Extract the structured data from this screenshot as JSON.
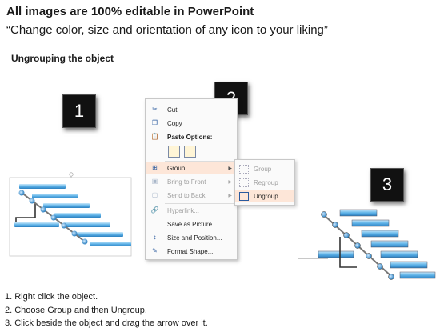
{
  "header": {
    "title": "All images are 100% editable in PowerPoint",
    "subtitle": "“Change color, size and orientation of any icon to your liking”"
  },
  "section_title": "Ungrouping the object",
  "step_boxes": [
    "1",
    "2",
    "3"
  ],
  "context_menu": {
    "cut": "Cut",
    "copy": "Copy",
    "paste_options": "Paste Options:",
    "group": "Group",
    "bring_to_front": "Bring to Front",
    "send_to_back": "Send to Back",
    "hyperlink": "Hyperlink...",
    "save_as_picture": "Save as Picture...",
    "size_and_position": "Size and Position...",
    "format_shape": "Format Shape..."
  },
  "group_submenu": {
    "group": "Group",
    "regroup": "Regroup",
    "ungroup": "Ungroup"
  },
  "instructions": [
    "1.  Right click the object.",
    "2.  Choose Group and then Ungroup.",
    "3.  Click beside the object and drag the arrow over it."
  ],
  "colors": {
    "bar_light": "#9fd2f0",
    "bar_dark": "#2a7fc0",
    "menu_highlight": "#fde6d8",
    "step_box": "#111111"
  }
}
